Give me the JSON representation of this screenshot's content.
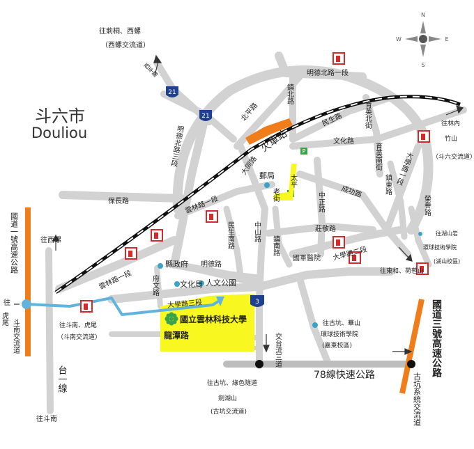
{
  "city": {
    "name_zh": "斗六市",
    "name_en": "Douliou"
  },
  "compass": {
    "n": "N",
    "s": "S",
    "e": "E",
    "w": "W"
  },
  "roads": {
    "mingde_north_1": "明德北路一段",
    "north_ping": "北平路",
    "zhenbei": "鎮北路",
    "minsheng": "民生路",
    "yuying_north": "育英北街",
    "wenhua": "文化路",
    "yuying_south": "育英南街",
    "mingde_north_3": "明德北路三段",
    "minsheng_2": "民生路",
    "datong": "大同路",
    "zhendong": "鎮東路",
    "daxue_1": "大學路一段",
    "baochang": "保長路",
    "yunlin_1a": "雲林路一段",
    "chenggong": "成功路",
    "zhongzheng": "中正路",
    "yongle": "榮譽路",
    "minsheng_south": "民生南路",
    "zhongshan": "中山路",
    "zhuangjing": "莊敬路",
    "zhennan": "鎮南路",
    "daxue_2": "大學路二段",
    "yunlin_1b": "雲林路一段",
    "mingde": "明德路",
    "fuwen": "府文路",
    "daxue_3": "大學路三段",
    "longtan": "龍潭路",
    "expressway78": "78線快速公路",
    "xiping": "西平路",
    "laojie": "老街",
    "taiping": "太平"
  },
  "places": {
    "station": "火車站",
    "post": "郵局",
    "county_gov": "縣政府",
    "culture_bureau": "文化局",
    "humanities_park": "人文公園",
    "army_hospital": "國軍醫院",
    "university": "國立雲林科技大學"
  },
  "labels": {
    "to_citong_1": "往莿桐、西螺",
    "to_citong_2": "（西螺交流道）",
    "to_linnei_1": "往林內",
    "to_linnei_2": "竹山",
    "to_linnei_3": "（斗六交流道）",
    "to_hushan_1": "往湖山岩",
    "to_hushan_2": "環球技術學院",
    "to_hushan_3": "(湖山校區)",
    "to_donghe": "往東和、荷苞山",
    "to_xiluo": "往西螺",
    "to_dounan_1": "往斗南、虎尾",
    "to_dounan_2": "（斗南交流道）",
    "to_dounan_3": "往斗南",
    "to_gukeng_1": "往古坑、華山",
    "to_gukeng_2": "環球技術學院",
    "to_gukeng_3": "(嘉東校區)",
    "to_gukeng_4": "往古坑、綠色隧道",
    "to_gukeng_5": "劍湖山",
    "to_gukeng_6": "(古坑交流道)",
    "to_huwei_1": "往",
    "to_huwei_2": "虎尾"
  },
  "highways": {
    "nat1": "國道一號高速公路",
    "nat1_ic": "斗南交流道",
    "nat3": "國道三號高速公路",
    "nat3_ic": "古坑系統交流道",
    "tai1": "台一線",
    "interchange": "交台流三道",
    "shield_21": "21",
    "shield_3": "3"
  },
  "colors": {
    "road": "#d0d0d0",
    "rail": "#111111",
    "highway": "#f07d1a",
    "campus": "#f8f820",
    "route": "#5fb3dc",
    "gas": "#d42a2a"
  }
}
